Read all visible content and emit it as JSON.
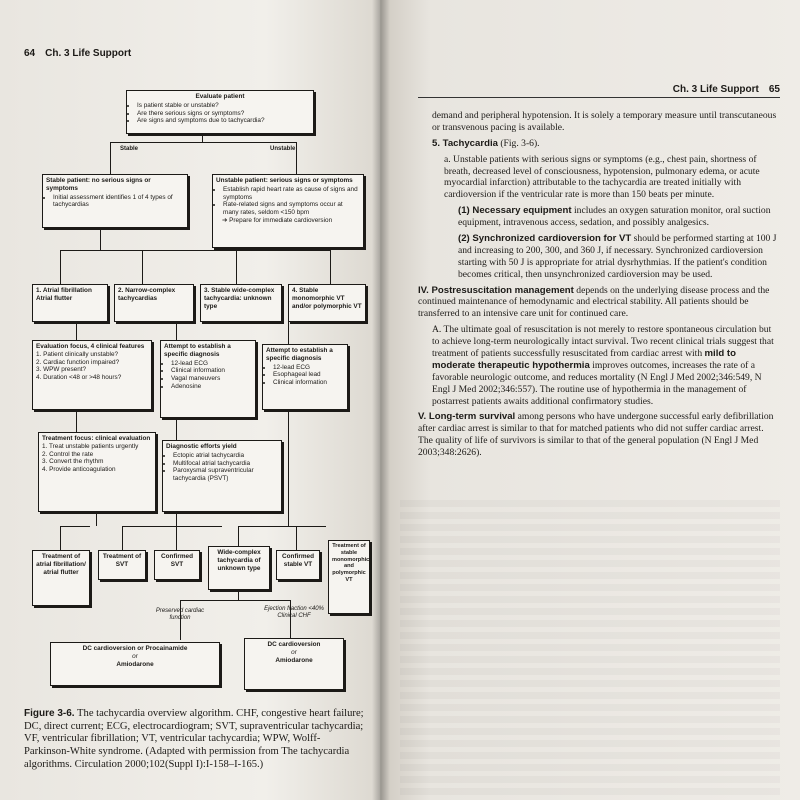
{
  "left_page": {
    "page_number": "64",
    "running_head": "Ch. 3 Life Support",
    "flowchart": {
      "evaluate": {
        "title": "Evaluate patient",
        "items": [
          "Is patient stable or unstable?",
          "Are there serious signs or symptoms?",
          "Are signs and symptoms due to tachycardia?"
        ]
      },
      "label_stable": "Stable",
      "label_unstable": "Unstable",
      "stable": {
        "title": "Stable patient: no serious signs or symptoms",
        "items": [
          "Initial assessment identifies 1 of 4 types of tachycardias"
        ]
      },
      "unstable": {
        "title": "Unstable patient: serious signs or symptoms",
        "items": [
          "Establish rapid heart rate as cause of signs and symptoms",
          "Rate-related signs and symptoms occur at many rates, seldom <150 bpm"
        ],
        "arrow_item": "Prepare for immediate cardioversion"
      },
      "types": [
        "1. Atrial fibrillation Atrial flutter",
        "2. Narrow-complex tachycardias",
        "3. Stable wide-complex tachycardia: unknown type",
        "4. Stable monomorphic VT and/or polymorphic VT"
      ],
      "eval_focus": {
        "title": "Evaluation focus, 4 clinical features",
        "items": [
          "1. Patient clinically unstable?",
          "2. Cardiac function impaired?",
          "3. WPW present?",
          "4. Duration <48 or >48 hours?"
        ]
      },
      "attempt1": {
        "title": "Attempt to establish a specific diagnosis",
        "items": [
          "12-lead ECG",
          "Clinical information",
          "Vagal maneuvers",
          "Adenosine"
        ]
      },
      "attempt2": {
        "title": "Attempt to establish a specific diagnosis",
        "items": [
          "12-lead ECG",
          "Esophageal lead",
          "Clinical information"
        ]
      },
      "treat_focus": {
        "title": "Treatment focus: clinical evaluation",
        "items": [
          "1. Treat unstable patients urgently",
          "2. Control the rate",
          "3. Convert the rhythm",
          "4. Provide anticoagulation"
        ]
      },
      "diag_yield": {
        "title": "Diagnostic efforts yield",
        "items": [
          "Ectopic atrial tachycardia",
          "Multifocal atrial tachycardia",
          "Paroxysmal supraventricular tachycardia (PSVT)"
        ]
      },
      "bottom": [
        "Treatment of atrial fibrillation/ atrial flutter",
        "Treatment of SVT",
        "Confirmed SVT",
        "Wide-complex tachycardia of unknown type",
        "Confirmed stable VT",
        "Treatment of stable monomorphic and polymorphic VT"
      ],
      "label_preserved": "Preserved cardiac function",
      "label_ejection": "Ejection fraction <40% Clinical CHF",
      "final_left": {
        "line1": "DC cardioversion or Procainamide",
        "or": "or",
        "line2": "Amiodarone"
      },
      "final_right": {
        "line1": "DC cardioversion",
        "or1": "or",
        "line2": "Amiodarone"
      }
    },
    "caption": {
      "label": "Figure 3-6.",
      "text": "The tachycardia overview algorithm. CHF, congestive heart failure; DC, direct current; ECG, electrocardiogram; SVT, supraventricular tachycardia; VF, ventricular fibrillation; VT, ventricular tachycardia; WPW, Wolff-Parkinson-White syndrome. (Adapted with permission from The tachycardia algorithms. Circulation 2000;102(Suppl I):I-158–I-165.)"
    }
  },
  "right_page": {
    "page_number": "65",
    "running_head": "Ch. 3 Life Support",
    "paragraphs": {
      "cont": "demand and peripheral hypotension. It is solely a temporary measure until transcutaneous or transvenous pacing is available.",
      "item5_head": "5. Tachycardia",
      "item5_rest": "(Fig. 3-6).",
      "item5a": "a. Unstable patients with serious signs or symptoms (e.g., chest pain, shortness of breath, decreased level of consciousness, hypotension, pulmonary edema, or acute myocardial infarction) attributable to the tachycardia are treated initially with cardioversion if the ventricular rate is more than 150 beats per minute.",
      "item1_head": "(1) Necessary equipment",
      "item1_rest": "includes an oxygen saturation monitor, oral suction equipment, intravenous access, sedation, and possibly analgesics.",
      "item2_head": "(2) Synchronized cardioversion for VT",
      "item2_rest": "should be performed starting at 100 J and increasing to 200, 300, and 360 J, if necessary. Synchronized cardioversion starting with 50 J is appropriate for atrial dysrhythmias. If the patient's condition becomes critical, then unsynchronized cardioversion may be used.",
      "iv_head": "IV. Postresuscitation management",
      "iv_rest": "depends on the underlying disease process and the continued maintenance of hemodynamic and electrical stability. All patients should be transferred to an intensive care unit for continued care.",
      "a_text_1": "A. The ultimate goal of resuscitation is not merely to restore spontaneous circulation but to achieve long-term neurologically intact survival. Two recent clinical trials suggest that treatment of patients successfully resuscitated from cardiac arrest with",
      "a_bold": "mild to moderate therapeutic hypothermia",
      "a_text_2": "improves outcomes, increases the rate of a favorable neurologic outcome, and reduces mortality (N Engl J Med 2002;346:549, N Engl J Med 2002;346:557). The routine use of hypothermia in the management of postarrest patients awaits additional confirmatory studies.",
      "v_head": "V. Long-term survival",
      "v_rest": "among persons who have undergone successful early defibrillation after cardiac arrest is similar to that for matched patients who did not suffer cardiac arrest. The quality of life of survivors is similar to that of the general population (N Engl J Med 2003;348:2626)."
    }
  }
}
